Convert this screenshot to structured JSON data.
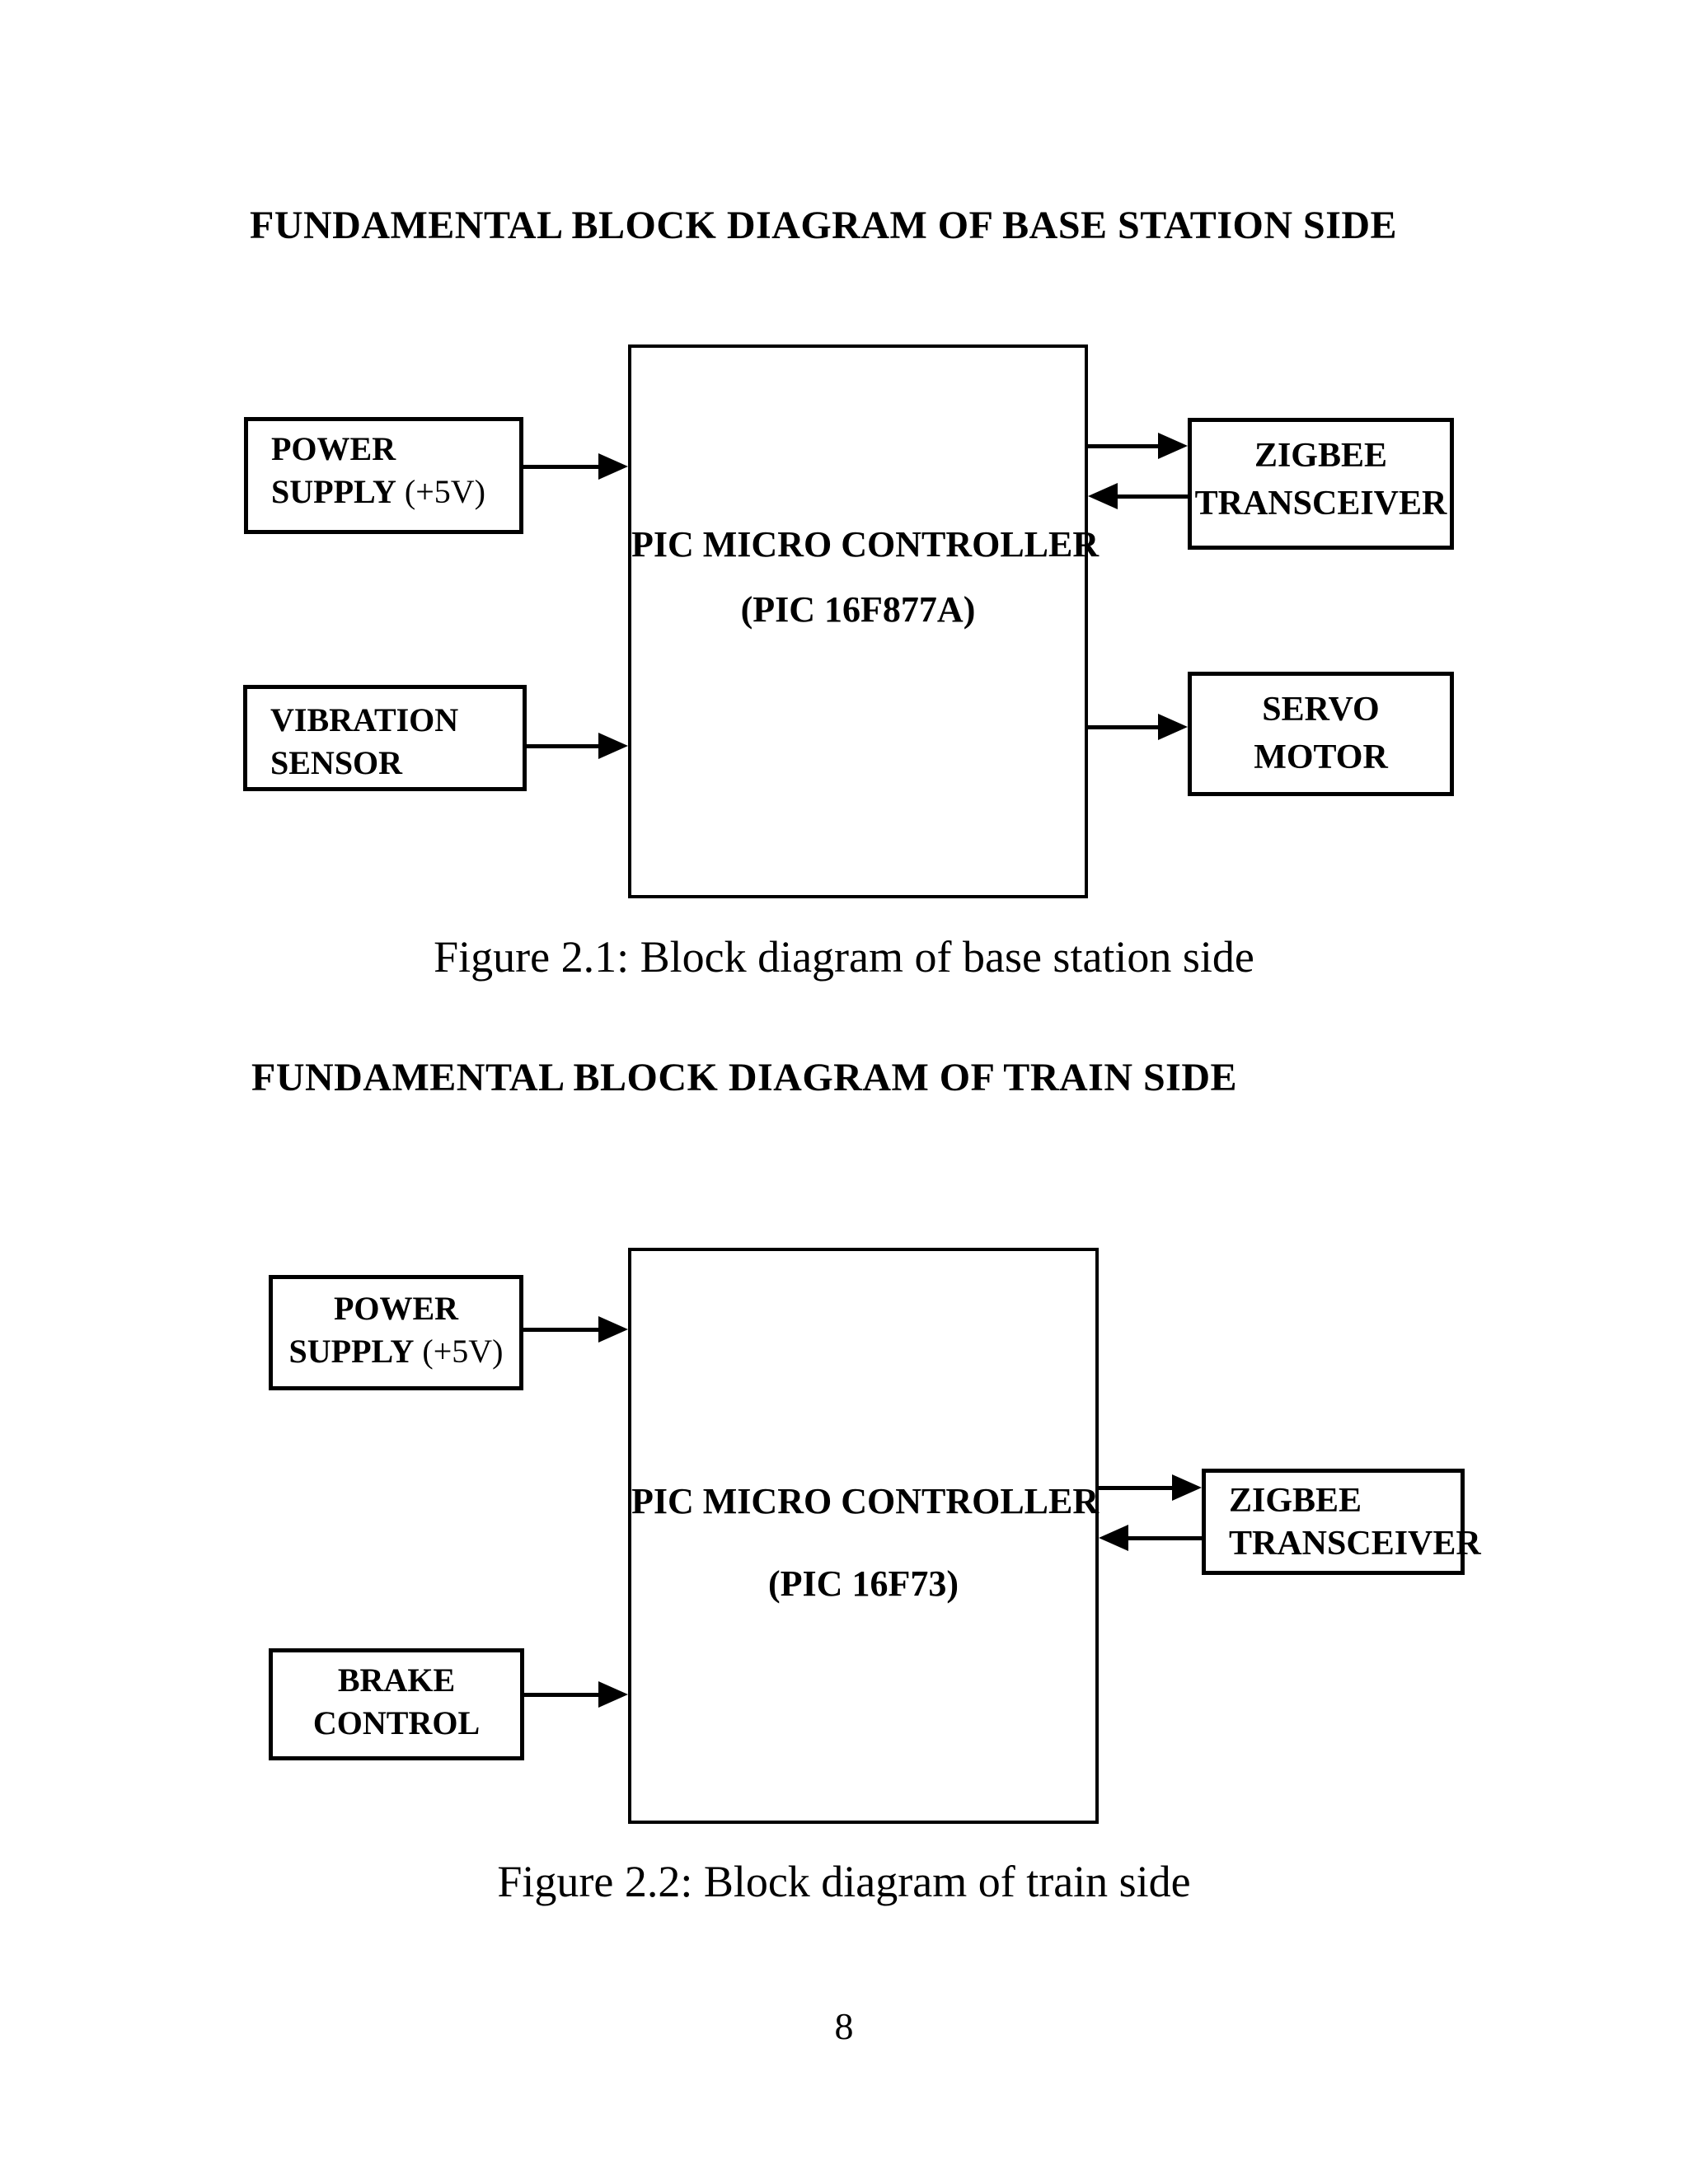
{
  "page": {
    "number": "8"
  },
  "diagram1": {
    "title": "FUNDAMENTAL BLOCK DIAGRAM OF BASE STATION SIDE",
    "caption": "Figure 2.1: Block diagram of base station side",
    "power_supply": {
      "line1": "POWER",
      "line2_bold": "SUPPLY",
      "line2_normal": "(+5V)"
    },
    "vibration_sensor": {
      "line1": "VIBRATION",
      "line2": "SENSOR"
    },
    "controller": {
      "line1": "PIC MICRO CONTROLLER",
      "line2": "(PIC 16F877A)"
    },
    "zigbee": {
      "line1": "ZIGBEE",
      "line2": "TRANSCEIVER"
    },
    "servo": {
      "line1": "SERVO",
      "line2": "MOTOR"
    }
  },
  "diagram2": {
    "title": "FUNDAMENTAL BLOCK DIAGRAM OF TRAIN SIDE",
    "caption": "Figure 2.2: Block diagram of train side",
    "power_supply": {
      "line1": "POWER",
      "line2_bold": "SUPPLY",
      "line2_normal": "(+5V)"
    },
    "controller": {
      "line1": "PIC MICRO CONTROLLER",
      "line2": "(PIC 16F73)"
    },
    "zigbee": {
      "line1": "ZIGBEE",
      "line2": "TRANSCEIVER"
    },
    "brake": {
      "line1": "BRAKE",
      "line2": "CONTROL"
    }
  }
}
